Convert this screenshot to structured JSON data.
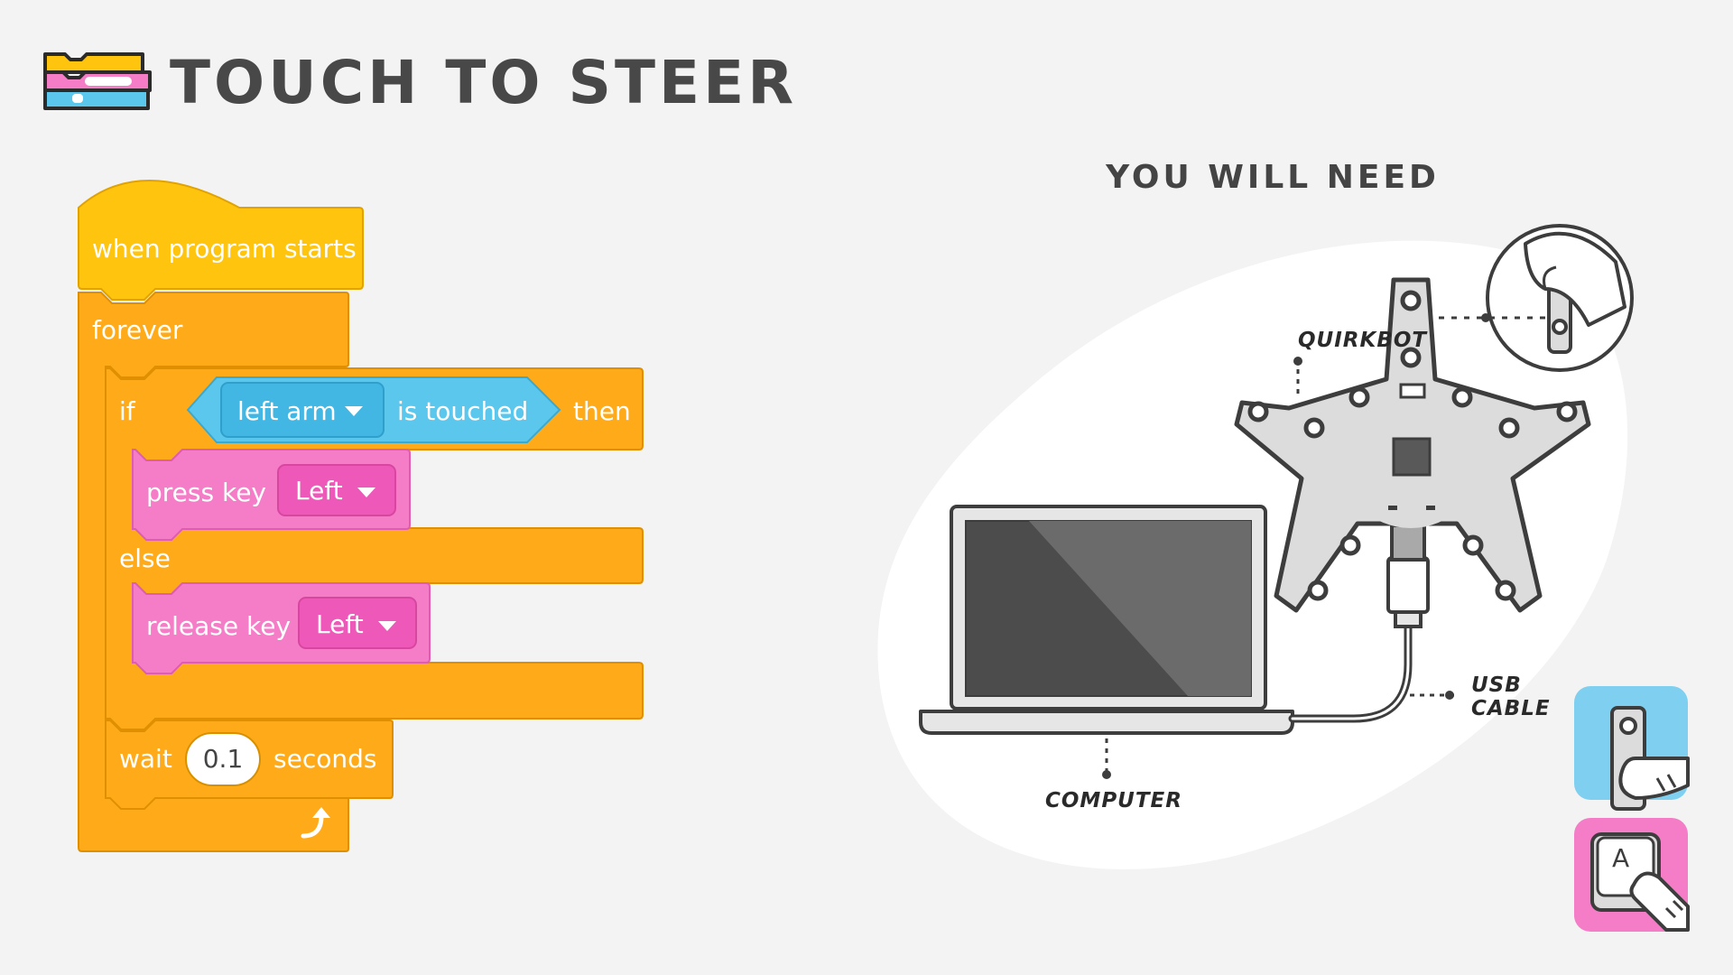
{
  "header": {
    "title": "TOUCH TO STEER",
    "icon": "code-blocks-icon"
  },
  "code": {
    "hat_label": "when program starts",
    "forever_label": "forever",
    "if_label": "if",
    "sensor_dropdown": "left arm",
    "is_touched_label": "is touched",
    "then_label": "then",
    "press_key_label": "press key",
    "press_key_dropdown": "Left",
    "else_label": "else",
    "release_key_label": "release key",
    "release_key_dropdown": "Left",
    "wait_label": "wait",
    "wait_value": "0.1",
    "seconds_label": "seconds",
    "loop_icon": "loop-arrow-icon"
  },
  "hardware": {
    "heading": "YOU WILL NEED",
    "quirkbot_label": "QUIRKBOT",
    "usb_label_line1": "USB",
    "usb_label_line2": "CABLE",
    "computer_label": "COMPUTER",
    "keyboard_key": "A"
  },
  "colors": {
    "event_yellow": "#ffc40e",
    "control_orange": "#ffab19",
    "sensor_cyan": "#5cc7ec",
    "keyboard_pink": "#f57dc8",
    "title_gray": "#484848"
  }
}
